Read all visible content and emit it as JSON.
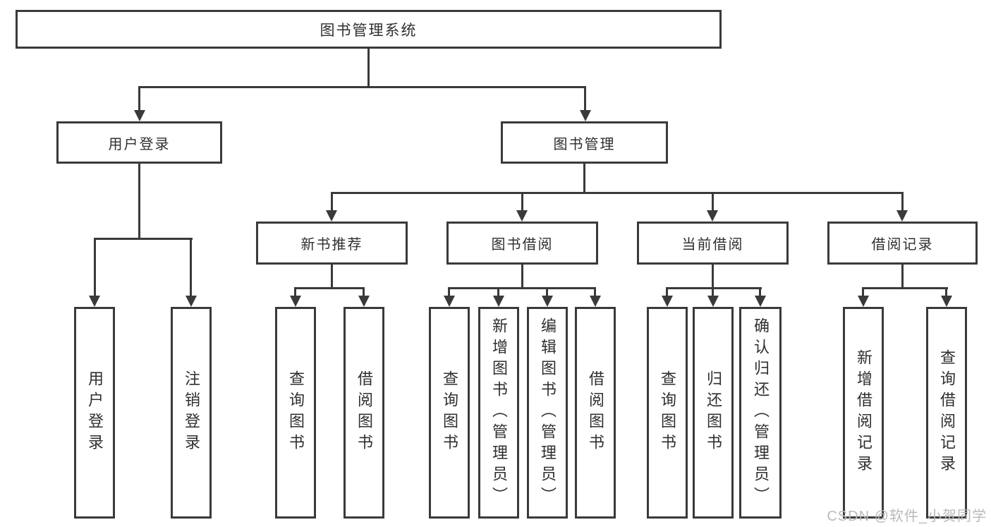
{
  "colors": {
    "line": "#3a3a3a",
    "text": "#2f2f2f",
    "background": "#ffffff",
    "watermark": "#b9b9b9"
  },
  "watermark": "CSDN @软件_小贺同学",
  "tree": {
    "label": "图书管理系统",
    "children": [
      {
        "label": "用户登录",
        "children": [
          {
            "label": "用户登录"
          },
          {
            "label": "注销登录"
          }
        ]
      },
      {
        "label": "图书管理",
        "children": [
          {
            "label": "新书推荐",
            "children": [
              {
                "label": "查询图书"
              },
              {
                "label": "借阅图书"
              }
            ]
          },
          {
            "label": "图书借阅",
            "children": [
              {
                "label": "查询图书"
              },
              {
                "label": "新增图书（管理员）"
              },
              {
                "label": "编辑图书（管理员）"
              },
              {
                "label": "借阅图书"
              }
            ]
          },
          {
            "label": "当前借阅",
            "children": [
              {
                "label": "查询图书"
              },
              {
                "label": "归还图书"
              },
              {
                "label": "确认归还（管理员）"
              }
            ]
          },
          {
            "label": "借阅记录",
            "children": [
              {
                "label": "新增借阅记录"
              },
              {
                "label": "查询借阅记录"
              }
            ]
          }
        ]
      }
    ]
  }
}
